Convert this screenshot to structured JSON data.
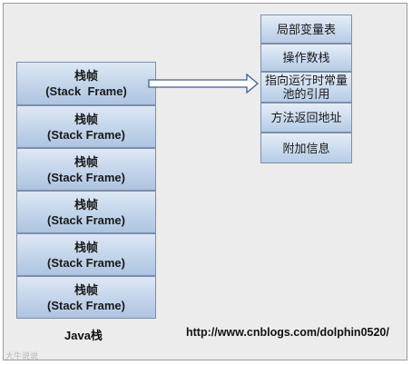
{
  "stack_frames": [
    {
      "title": "栈帧",
      "subtitle": "(Stack  Frame)"
    },
    {
      "title": "栈帧",
      "subtitle": "(Stack Frame)"
    },
    {
      "title": "栈帧",
      "subtitle": "(Stack Frame)"
    },
    {
      "title": "栈帧",
      "subtitle": "(Stack Frame)"
    },
    {
      "title": "栈帧",
      "subtitle": "(Stack Frame)"
    },
    {
      "title": "栈帧",
      "subtitle": "(Stack Frame)"
    }
  ],
  "frame_contents": [
    {
      "label": "局部变量表"
    },
    {
      "label": "操作数栈"
    },
    {
      "label": "指向运行时常量池的引用"
    },
    {
      "label": "方法返回地址"
    },
    {
      "label": "附加信息"
    }
  ],
  "stack_caption": "Java栈",
  "source_url": "http://www.cnblogs.com/dolphin0520/",
  "watermark": "大牛说说",
  "colors": {
    "box_fill": "#c2d4ea",
    "box_border": "#7c8fa8",
    "arrow": "#3f5f8f"
  }
}
